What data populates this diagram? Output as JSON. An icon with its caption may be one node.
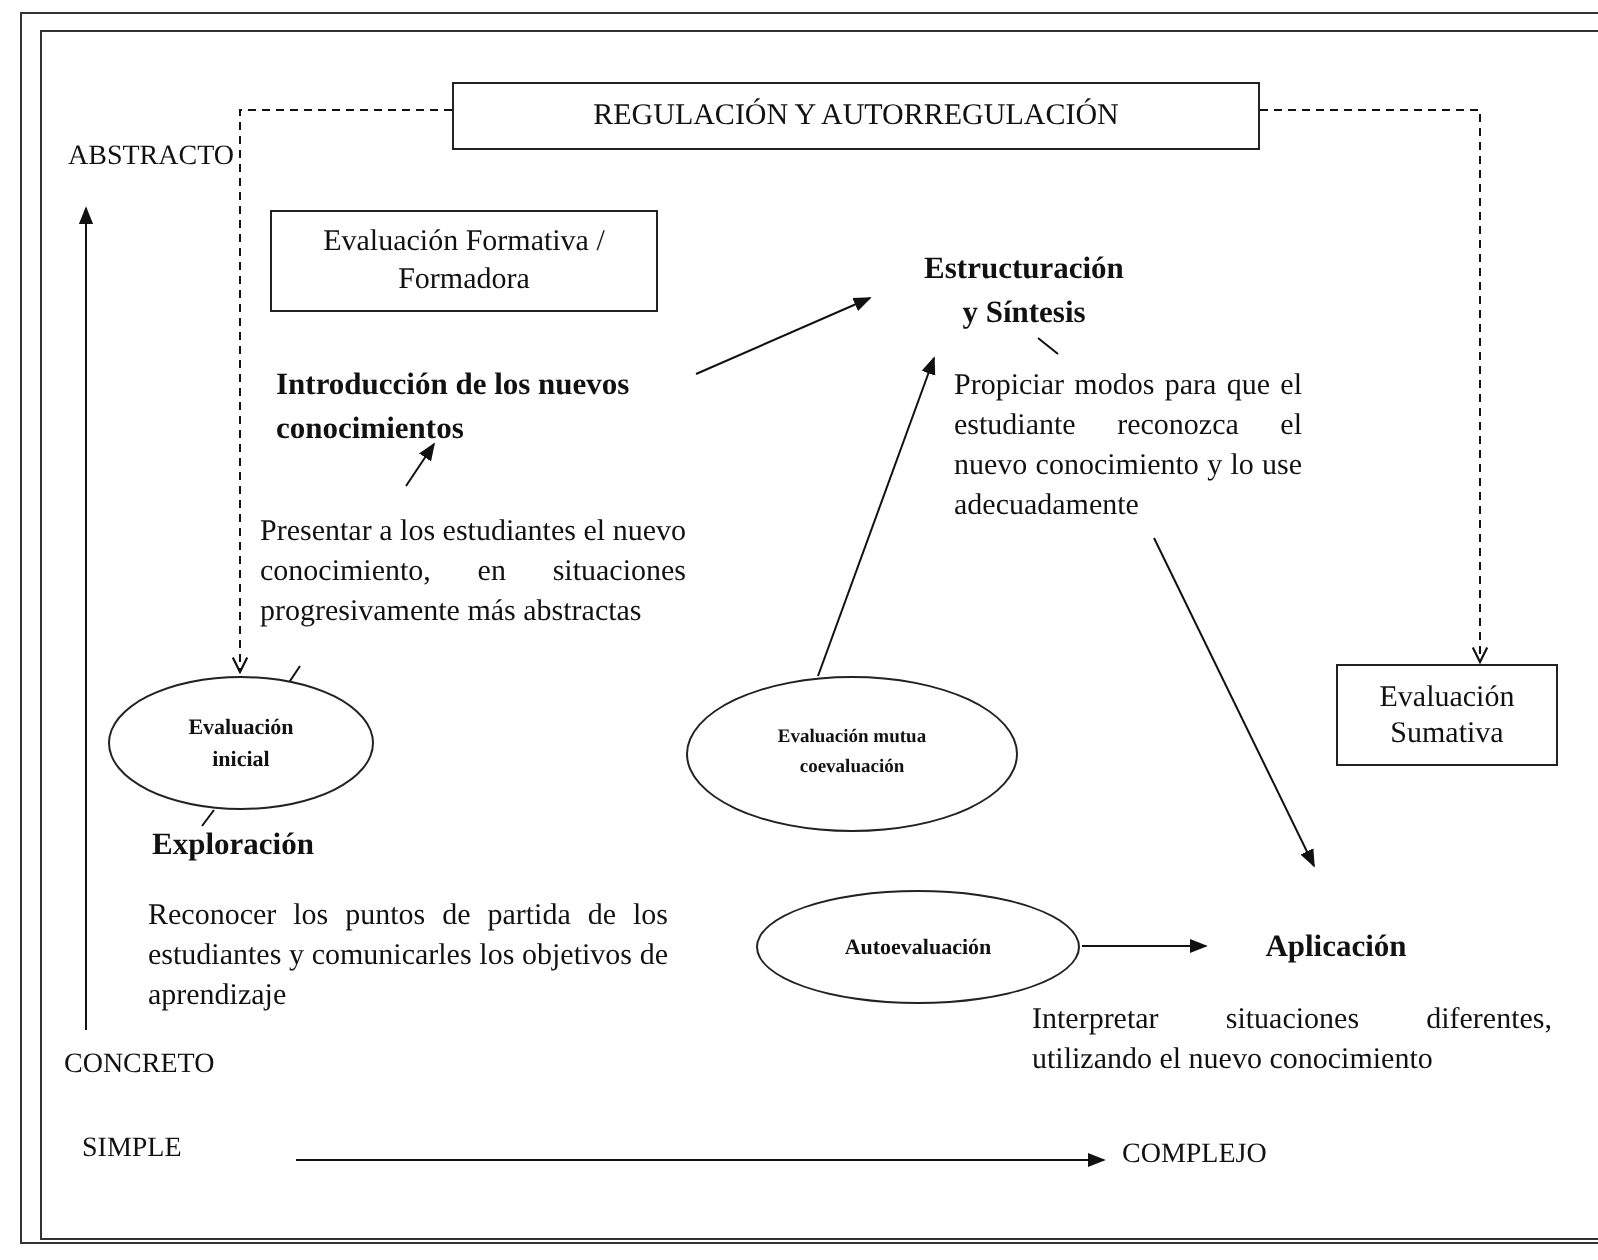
{
  "diagram": {
    "nodes": [
      {
        "text": [
          "REGULACIÓN Y AUTORREGULACIÓN"
        ]
      },
      {
        "text": [
          "Evaluación Formativa / Formadora"
        ]
      },
      {
        "text": [
          "Introducción de los nuevos conocimientos"
        ]
      },
      {
        "text": [
          "Presentar a los estudiantes el nuevo conocimiento, en situaciones progresivamente más abstractas"
        ]
      },
      {
        "text": [
          "Estructuración y Síntesis"
        ]
      },
      {
        "text": [
          "Propiciar modos para que el estudiante reconozca el nuevo conocimiento y lo use adecuadamente"
        ]
      },
      {
        "text": [
          "Evaluación inicial"
        ]
      },
      {
        "text": [
          "Exploración"
        ]
      },
      {
        "text": [
          "Reconocer los puntos de partida de los estudiantes y comunicarles los objetivos de aprendizaje"
        ]
      },
      {
        "text": [
          "Evaluación mutua coevaluación"
        ]
      },
      {
        "text": [
          "Evaluación Sumativa"
        ]
      },
      {
        "text": [
          "Autoevaluación"
        ]
      },
      {
        "text": [
          "Aplicación"
        ]
      },
      {
        "text": [
          "Interpretar situaciones diferentes, utilizando el nuevo conocimiento"
        ]
      }
    ],
    "edges": [
      {
        "from": 2,
        "to": 4,
        "arrow": "to"
      },
      {
        "from": 3,
        "to": 2,
        "arrow": "to"
      },
      {
        "from": 9,
        "to": 4,
        "arrow": "to"
      },
      {
        "from": 5,
        "to": 12,
        "arrow": "to"
      },
      {
        "from": 11,
        "to": 12,
        "arrow": "to"
      },
      {
        "from": 0,
        "to": 6,
        "arrow": "to",
        "style": "dashed"
      },
      {
        "from": 0,
        "to": 10,
        "arrow": "to",
        "style": "dashed"
      },
      {
        "from": 4,
        "to": 5,
        "arrow": "none"
      },
      {
        "from": 3,
        "to": 6,
        "arrow": "none"
      },
      {
        "from": 6,
        "to": 7,
        "arrow": "none"
      }
    ],
    "labels": [
      "ABSTRACTO",
      "CONCRETO",
      "SIMPLE",
      "COMPLEJO"
    ]
  }
}
